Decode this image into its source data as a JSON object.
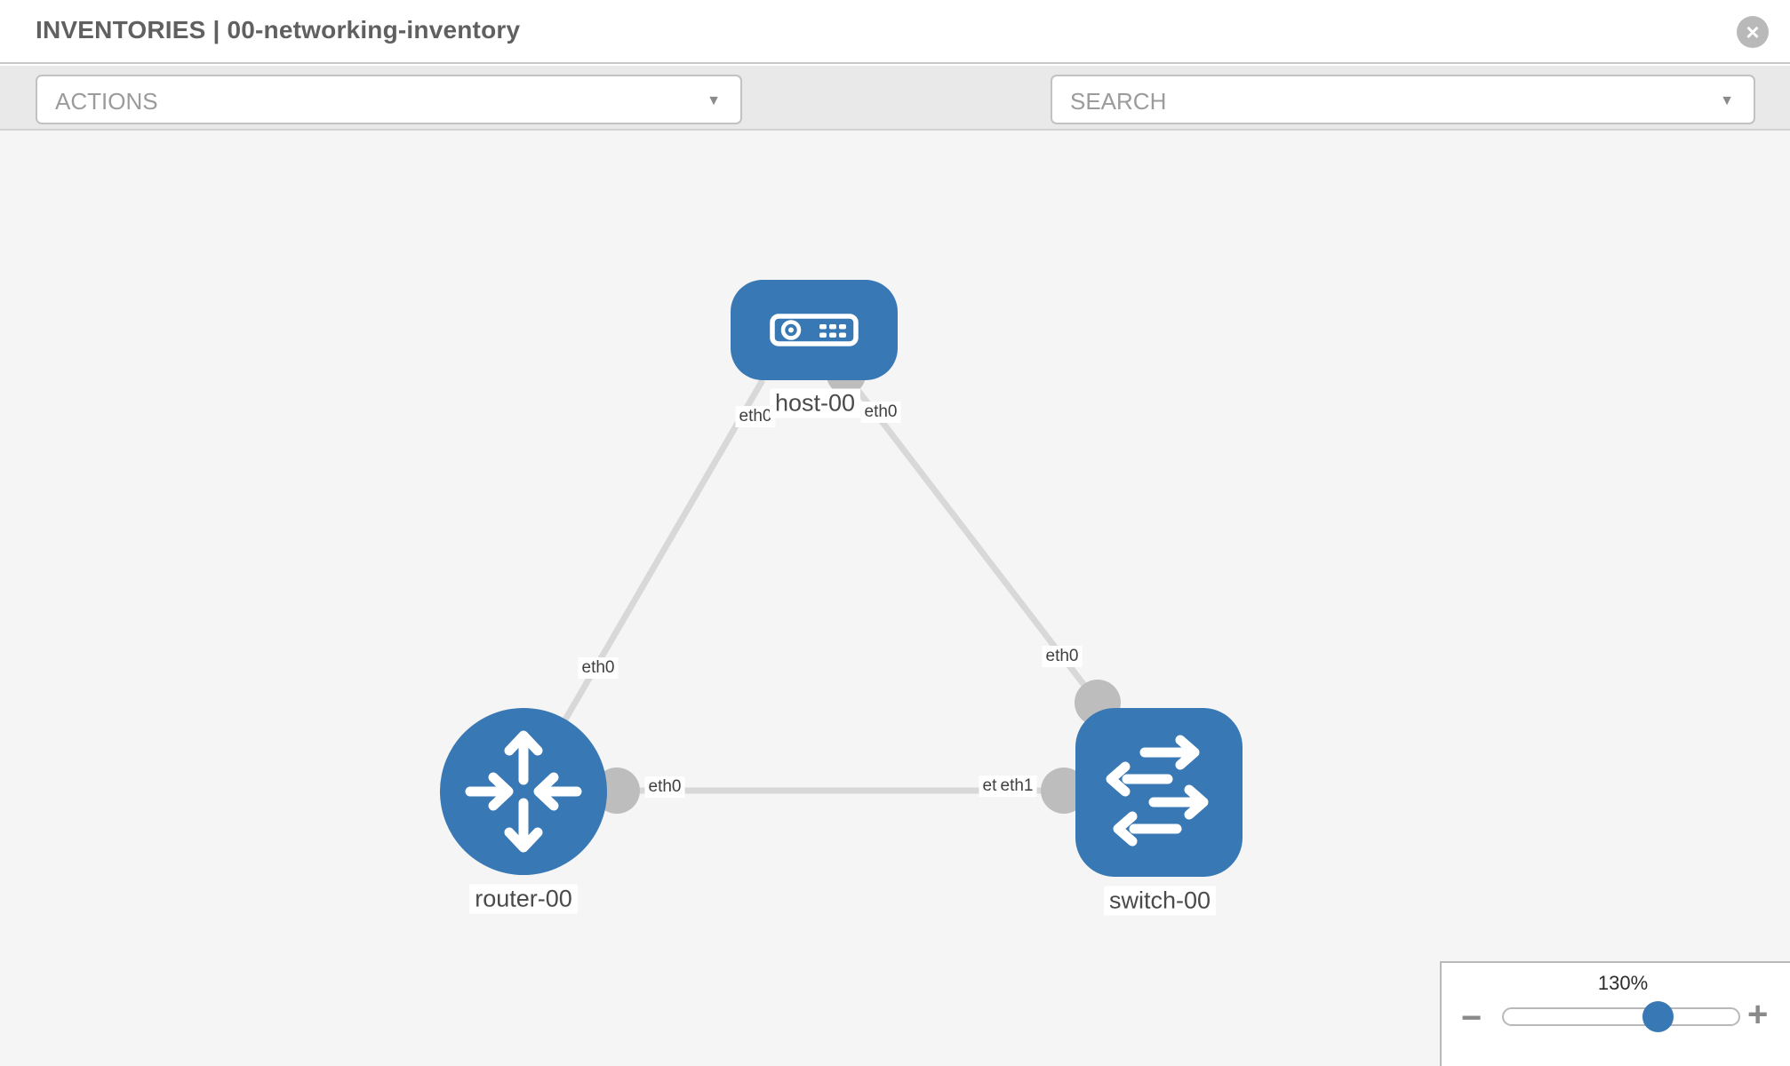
{
  "header": {
    "title": "INVENTORIES | 00-networking-inventory",
    "close_glyph": "×"
  },
  "toolbar": {
    "actions_label": "ACTIONS",
    "search_label": "SEARCH",
    "caret": "▼"
  },
  "topology": {
    "node_labels": {
      "host": "host-00",
      "router": "router-00",
      "switch": "switch-00"
    },
    "interface_labels": {
      "host_to_router": "eth0",
      "host_to_switch": "eth0",
      "router_to_host": "eth0",
      "router_to_switch": "eth0",
      "switch_to_host": "eth0",
      "switch_to_router": "eth1",
      "switch_to_router_hidden": "eth0"
    }
  },
  "zoom_control": {
    "level": "130%",
    "minus_glyph": "−",
    "plus_glyph": "+"
  },
  "colors": {
    "node_blue": "#3878b4",
    "link_gray": "#d8d8d8",
    "endpoint_gray": "#bdbdbd",
    "canvas_bg": "#f5f5f5",
    "toolbar_bg": "#e9e9e9"
  }
}
